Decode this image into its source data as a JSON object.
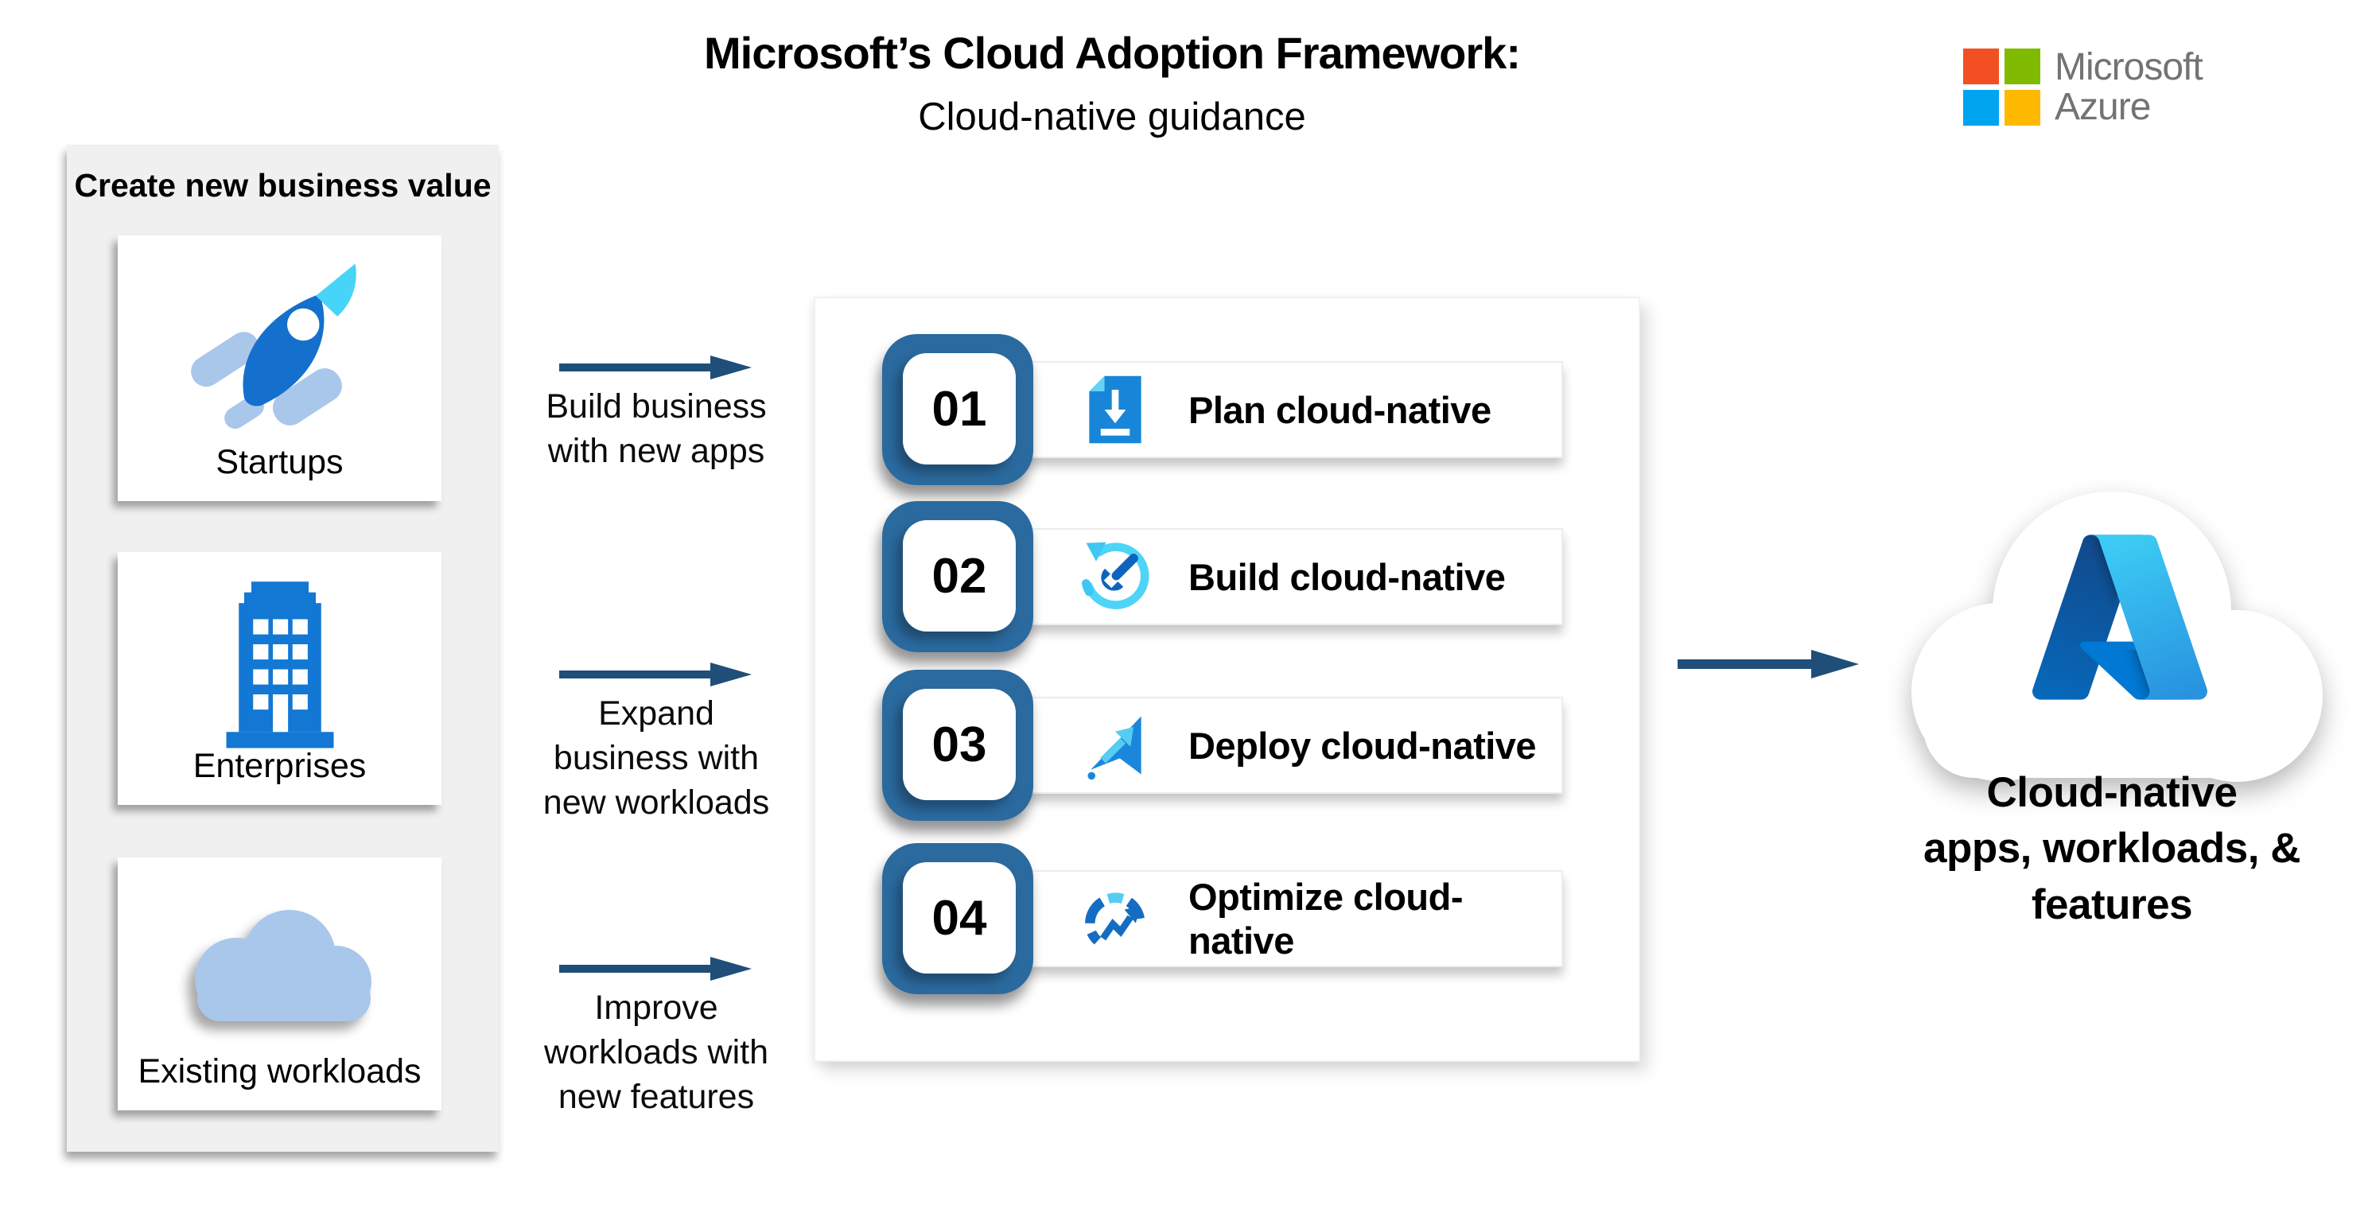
{
  "title": {
    "line1": "Microsoft’s Cloud Adoption Framework:",
    "line2": "Cloud-native guidance"
  },
  "brand": {
    "line1": "Microsoft",
    "line2": "Azure"
  },
  "left_panel": {
    "header": "Create new business value",
    "cards": [
      {
        "label": "Startups",
        "icon": "rocket-icon"
      },
      {
        "label": "Enterprises",
        "icon": "building-icon"
      },
      {
        "label": "Existing workloads",
        "icon": "cloud-icon"
      }
    ]
  },
  "flows": [
    {
      "lines": [
        "Build business",
        "with new apps"
      ]
    },
    {
      "lines": [
        "Expand",
        "business with",
        "new workloads"
      ]
    },
    {
      "lines": [
        "Improve",
        "workloads with",
        "new features"
      ]
    }
  ],
  "steps": [
    {
      "number": "01",
      "label": "Plan cloud-native",
      "icon": "document-download-icon"
    },
    {
      "number": "02",
      "label": "Build cloud-native",
      "icon": "wrench-refresh-icon"
    },
    {
      "number": "03",
      "label": "Deploy cloud-native",
      "icon": "deploy-arrow-icon"
    },
    {
      "number": "04",
      "label": "Optimize cloud-native",
      "icon": "gauge-trend-icon"
    }
  ],
  "output": {
    "caption_lines": [
      "Cloud-native",
      "apps, workloads, &",
      "features"
    ]
  },
  "colors": {
    "accent_navy": "#1F4E79",
    "tile_blue": "#2B6A9F",
    "panel_gray": "#F0F0F0",
    "ms_red": "#F25022",
    "ms_green": "#7FBA00",
    "ms_blue": "#00A4EF",
    "ms_yellow": "#FFB900",
    "brand_text_gray": "#737373",
    "icon_blue": "#1470CC",
    "icon_cyan": "#4ED4F7",
    "light_blue": "#A8C7EB"
  }
}
